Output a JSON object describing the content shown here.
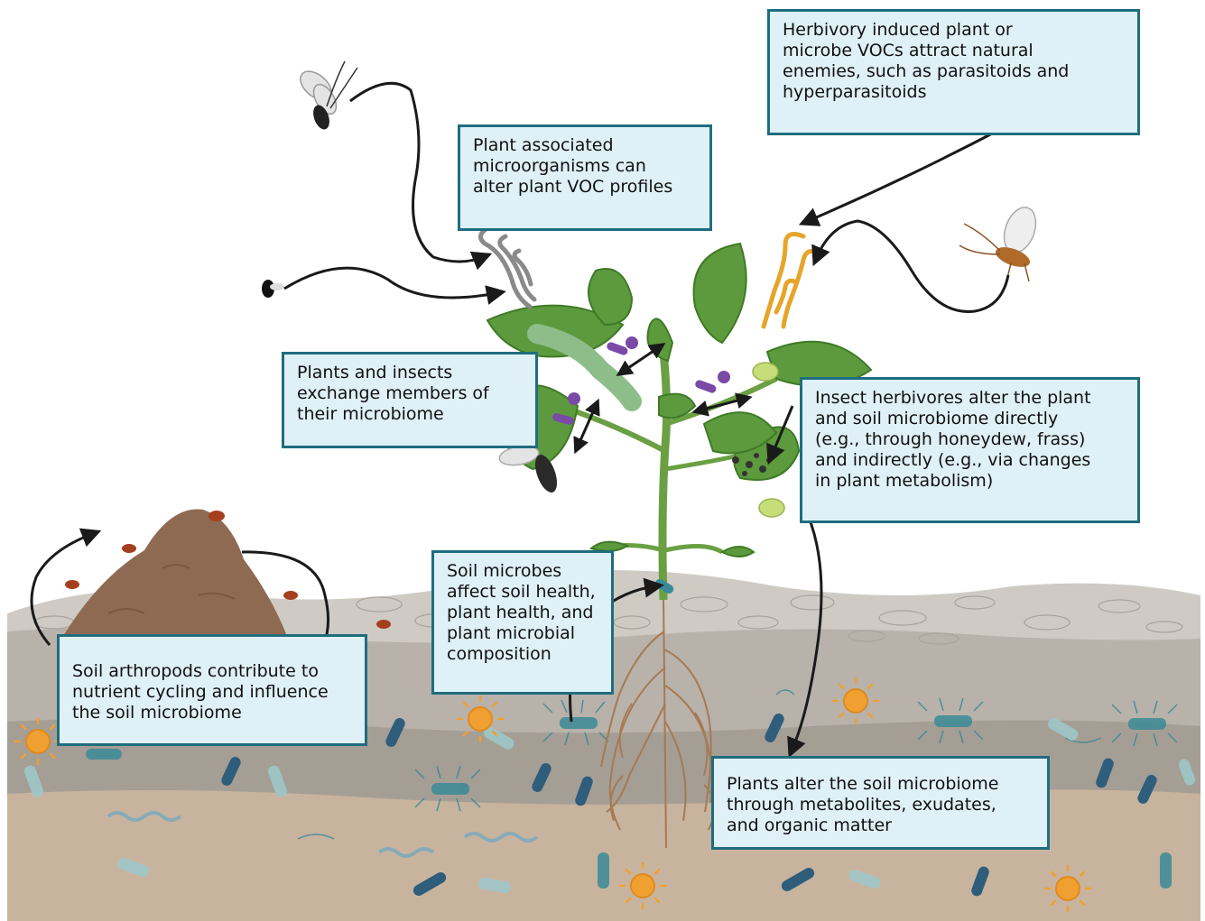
{
  "labels": {
    "plant_voc": "Plant associated\nmicroorganisms can\nalter plant VOC profiles",
    "herbivory_voc": "Herbivory induced plant or\nmicrobe VOCs attract natural\nenemies, such as parasitoids and\nhyperparasitoids",
    "exchange": "Plants and insects\nexchange members of\ntheir microbiome",
    "herbivores": "Insect herbivores alter the plant\nand soil microbiome directly\n(e.g., through honeydew, frass)\nand indirectly (e.g., via changes\nin plant metabolism)",
    "soil_microbes": "Soil microbes\naffect soil health,\nplant health, and\nplant microbial\ncomposition",
    "arthropods": "Soil arthropods contribute to\nnutrient cycling and influence\nthe soil microbiome",
    "plants_alter": "Plants alter the soil microbiome\nthrough metabolites, exudates,\nand organic matter"
  },
  "colors": {
    "box_fill": "#dff0f7",
    "box_border": "#1f6d7e",
    "soil_surface": "#c8c4bd",
    "soil_mid": "#a9a29a",
    "soil_deep": "#c9b29d",
    "leaf": "#5c9a3d",
    "stem": "#6aa043",
    "voc_gray": "#8a8a8a",
    "voc_orange": "#e6a52a",
    "microbe_orange": "#f0a030",
    "microbe_blue": "#2f5d7c",
    "microbe_teal": "#3a8a96",
    "arrow": "#1a1a1a"
  },
  "icons": [
    "wasp-icon",
    "parasitoid-icon",
    "fly-icon",
    "ant-icon",
    "aphid-icon",
    "caterpillar-icon",
    "virus-icon",
    "bacterium-icon",
    "voc-wave-icon",
    "soil-mound-icon",
    "roots-icon"
  ]
}
